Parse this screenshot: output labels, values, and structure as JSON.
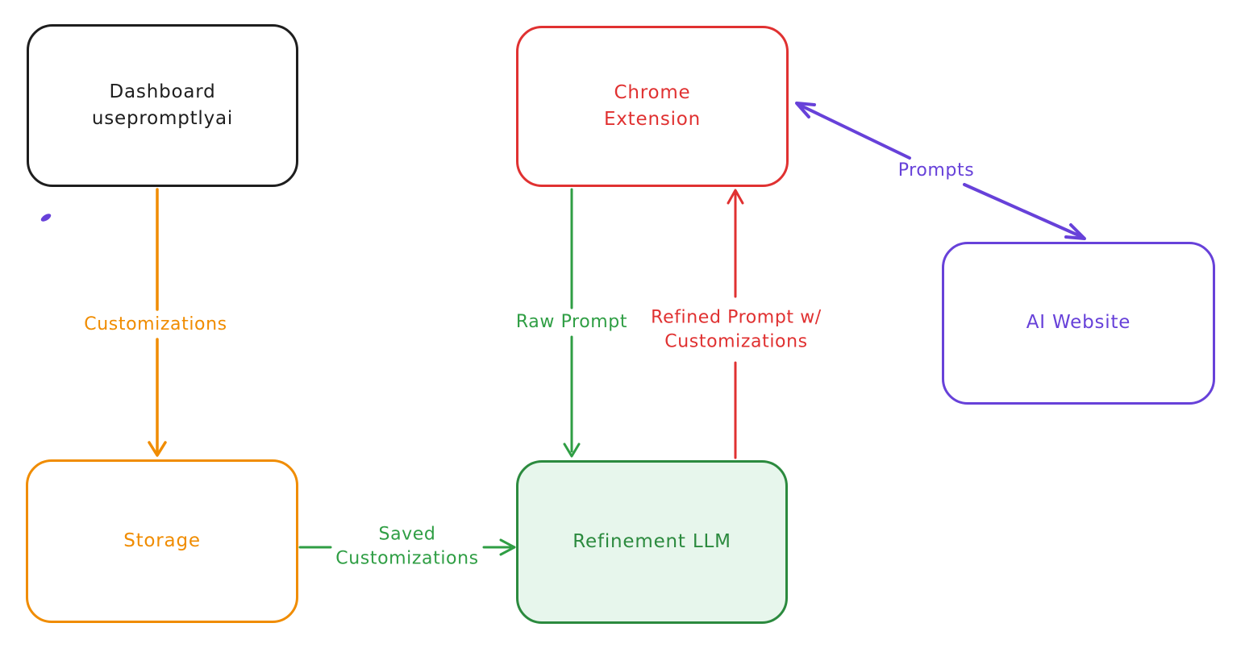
{
  "diagram": {
    "background_color": "#ffffff",
    "style": "hand-drawn-flowchart",
    "nodes": [
      {
        "id": "dashboard",
        "label": "Dashboard\nusepromptlyai",
        "stroke_color": "#1e1e1e",
        "fill_color": "transparent"
      },
      {
        "id": "chrome-extension",
        "label": "Chrome\nExtension",
        "stroke_color": "#e03131",
        "fill_color": "transparent"
      },
      {
        "id": "ai-website",
        "label": "AI Website",
        "stroke_color": "#6741d9",
        "fill_color": "transparent"
      },
      {
        "id": "storage",
        "label": "Storage",
        "stroke_color": "#f08c00",
        "fill_color": "transparent"
      },
      {
        "id": "refinement-llm",
        "label": "Refinement LLM",
        "stroke_color": "#2b8a3e",
        "fill_color": "#e7f6ec"
      }
    ],
    "edges": [
      {
        "id": "customizations",
        "label": "Customizations",
        "color": "#f08c00",
        "from": "dashboard",
        "to": "storage",
        "direction": "down"
      },
      {
        "id": "raw-prompt",
        "label": "Raw Prompt",
        "color": "#2f9e44",
        "from": "chrome-extension",
        "to": "refinement-llm",
        "direction": "down"
      },
      {
        "id": "refined-prompt",
        "label": "Refined Prompt w/\nCustomizations",
        "color": "#e03131",
        "from": "refinement-llm",
        "to": "chrome-extension",
        "direction": "up"
      },
      {
        "id": "prompts",
        "label": "Prompts",
        "color": "#6741d9",
        "from": "chrome-extension",
        "to": "ai-website",
        "direction": "bidirectional"
      },
      {
        "id": "saved-customizations",
        "label": "Saved\nCustomizations",
        "color": "#2f9e44",
        "from": "storage",
        "to": "refinement-llm",
        "direction": "right"
      }
    ]
  }
}
